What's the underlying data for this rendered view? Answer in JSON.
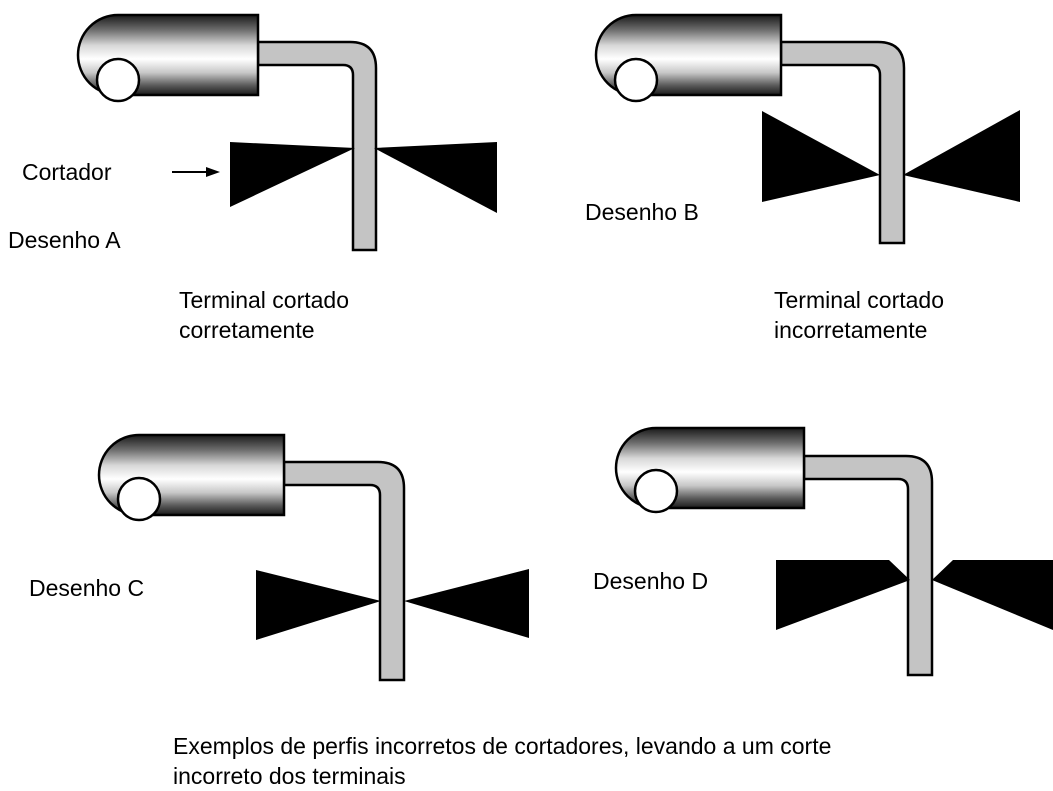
{
  "diagram": {
    "cutter_label": "Cortador",
    "drawings": [
      {
        "label": "Desenho A",
        "caption_line1": "Terminal cortado",
        "caption_line2": "corretamente"
      },
      {
        "label": "Desenho B",
        "caption_line1": "Terminal cortado",
        "caption_line2": "incorretamente"
      },
      {
        "label": "Desenho C"
      },
      {
        "label": "Desenho D"
      }
    ],
    "footer_line1": "Exemplos de perfis incorretos de cortadores, levando a um corte",
    "footer_line2": "incorreto dos terminais"
  }
}
